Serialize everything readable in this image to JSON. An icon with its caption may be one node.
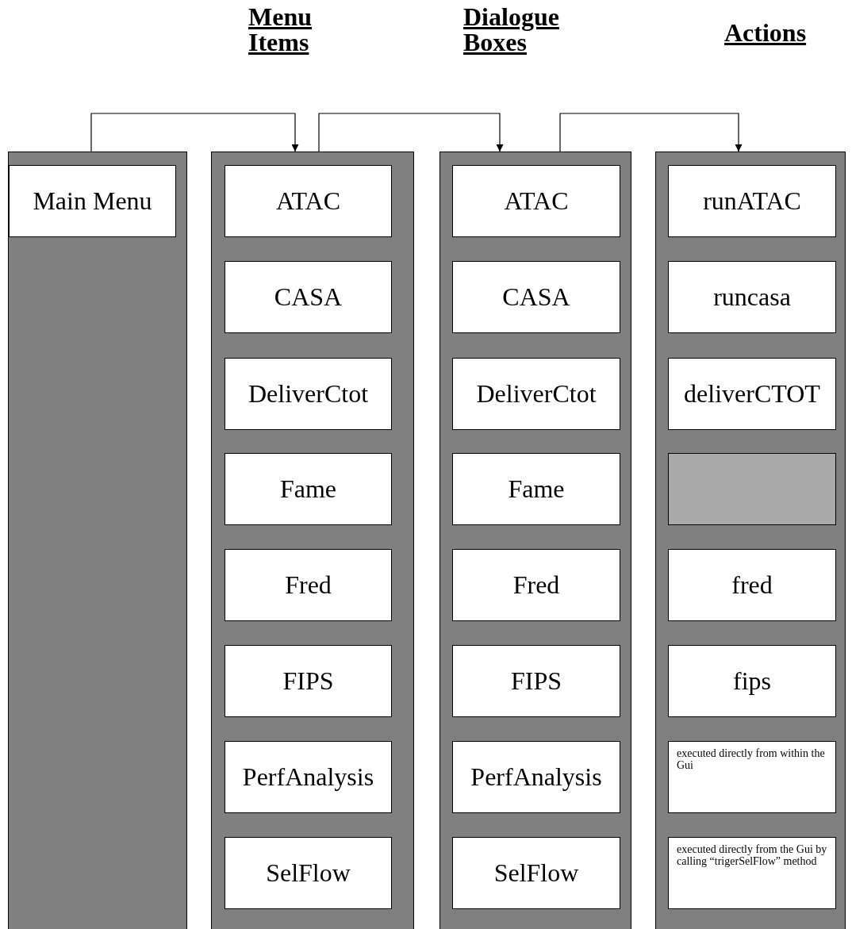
{
  "diagram": {
    "nodes": [
      {
        "text": [],
        "shape": "bar"
      },
      {
        "text": [
          "Main Menu"
        ],
        "in": 0
      },
      {
        "text": [],
        "shape": "bar"
      },
      {
        "text": [
          "ATAC"
        ],
        "in": 2
      },
      {
        "text": [
          "CASA"
        ],
        "in": 2
      },
      {
        "text": [
          "DeliverCtot"
        ],
        "in": 2
      },
      {
        "text": [
          "Fame"
        ],
        "in": 2
      },
      {
        "text": [
          "Fred"
        ],
        "in": 2
      },
      {
        "text": [
          "FIPS"
        ],
        "in": 2
      },
      {
        "text": [
          "PerfAnalysis"
        ],
        "in": 2
      },
      {
        "text": [
          "SelFlow"
        ],
        "in": 2
      },
      {
        "text": [],
        "shape": "bar"
      },
      {
        "text": [
          "ATAC"
        ],
        "in": 11
      },
      {
        "text": [
          "CASA"
        ],
        "in": 11
      },
      {
        "text": [
          "DeliverCtot"
        ],
        "in": 11
      },
      {
        "text": [
          "Fame"
        ],
        "in": 11
      },
      {
        "text": [
          "Fred"
        ],
        "in": 11
      },
      {
        "text": [
          "FIPS"
        ],
        "in": 11
      },
      {
        "text": [
          "PerfAnalysis"
        ],
        "in": 11
      },
      {
        "text": [
          "SelFlow"
        ],
        "in": 11
      },
      {
        "text": [],
        "shape": "bar"
      },
      {
        "text": [
          "runATAC"
        ],
        "in": 20
      },
      {
        "text": [
          "runcasa"
        ],
        "in": 20
      },
      {
        "text": [
          "deliverCTOT"
        ],
        "in": 20
      },
      {
        "text": [],
        "shape": "box",
        "in": 20
      },
      {
        "text": [
          "fred"
        ],
        "in": 20
      },
      {
        "text": [
          "fips"
        ],
        "in": 20
      },
      {
        "text": [
          "executed directly from within the Gui"
        ],
        "in": 20
      },
      {
        "text": [
          "executed directly from the Gui by calling “trigerSelFlow” method"
        ],
        "in": 20
      }
    ],
    "edges": [
      {
        "from": 0,
        "to": 2,
        "arrow": "to"
      },
      {
        "from": 2,
        "to": 11,
        "arrow": "to"
      },
      {
        "from": 11,
        "to": 20,
        "arrow": "to"
      }
    ],
    "labels": [
      "Menu Items",
      "Dialogue Boxes",
      "Actions"
    ]
  }
}
